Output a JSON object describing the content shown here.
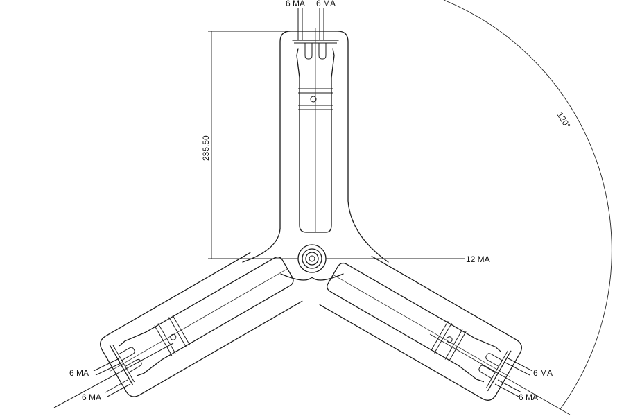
{
  "labels": {
    "mount_left_top": "6 MA",
    "mount_right_top": "6 MA",
    "height_dimension": "235.50",
    "center_bolt": "12 MA",
    "angle": "120°",
    "mount_left_lower_1": "6 MA",
    "mount_left_lower_2": "6 MA",
    "mount_right_lower_1": "6 MA",
    "mount_right_lower_2": "6 MA"
  }
}
